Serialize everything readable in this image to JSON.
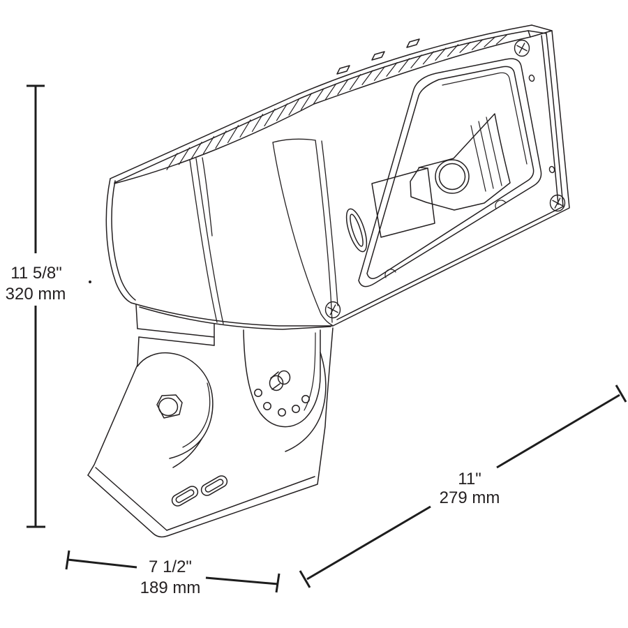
{
  "drawing": {
    "type": "technical-line-drawing",
    "subject": "floodlight fixture with trunnion mounting bracket",
    "line_color": "#231f20",
    "background_color": "#ffffff",
    "dimensions": {
      "height": {
        "imperial": "11 5/8\"",
        "metric": "320 mm"
      },
      "width": {
        "imperial": "7 1/2\"",
        "metric": "189 mm"
      },
      "depth": {
        "imperial": "11\"",
        "metric": "279 mm"
      }
    }
  }
}
